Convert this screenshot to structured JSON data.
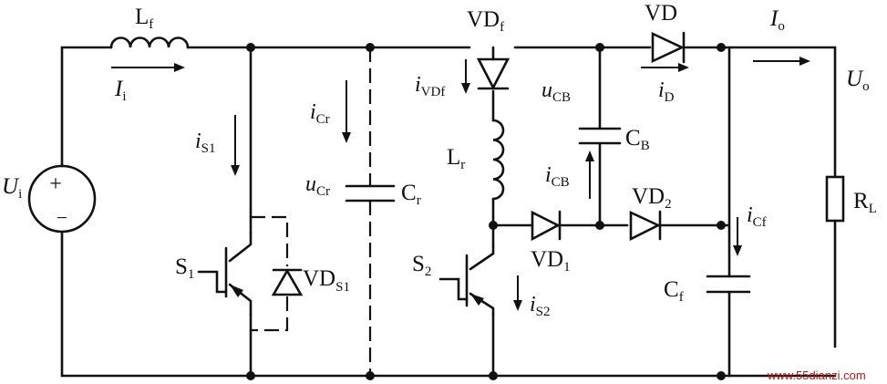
{
  "labels": {
    "Lf": {
      "main": "L",
      "sub": "f"
    },
    "Ii": {
      "main": "I",
      "sub": "i"
    },
    "Ui": {
      "main": "U",
      "sub": "i"
    },
    "plus": "+",
    "minus": "−",
    "iS1": {
      "main": "i",
      "sub": "S1"
    },
    "S1": {
      "main": "S",
      "sub": "1"
    },
    "VDS1": {
      "main": "VD",
      "sub": "S1"
    },
    "iCr": {
      "main": "i",
      "sub": "Cr"
    },
    "uCr": {
      "main": "u",
      "sub": "Cr"
    },
    "Cr": {
      "main": "C",
      "sub": "r"
    },
    "VDf": {
      "main": "VD",
      "sub": "f"
    },
    "iVDf": {
      "main": "i",
      "sub": "VDf"
    },
    "Lr": {
      "main": "L",
      "sub": "r"
    },
    "S2": {
      "main": "S",
      "sub": "2"
    },
    "iS2": {
      "main": "i",
      "sub": "S2"
    },
    "VD1": {
      "main": "VD",
      "sub": "1"
    },
    "uCB": {
      "main": "u",
      "sub": "CB"
    },
    "CB": {
      "main": "C",
      "sub": "B"
    },
    "iCB": {
      "main": "i",
      "sub": "CB"
    },
    "VD": "VD",
    "iD": {
      "main": "i",
      "sub": "D"
    },
    "VD2": {
      "main": "VD",
      "sub": "2"
    },
    "Io": {
      "main": "I",
      "sub": "o"
    },
    "Uo": {
      "main": "U",
      "sub": "o"
    },
    "iCf": {
      "main": "i",
      "sub": "Cf"
    },
    "Cf": {
      "main": "C",
      "sub": "f"
    },
    "RL": {
      "main": "R",
      "sub": "L"
    }
  },
  "watermark": "www.55dianzi.com"
}
